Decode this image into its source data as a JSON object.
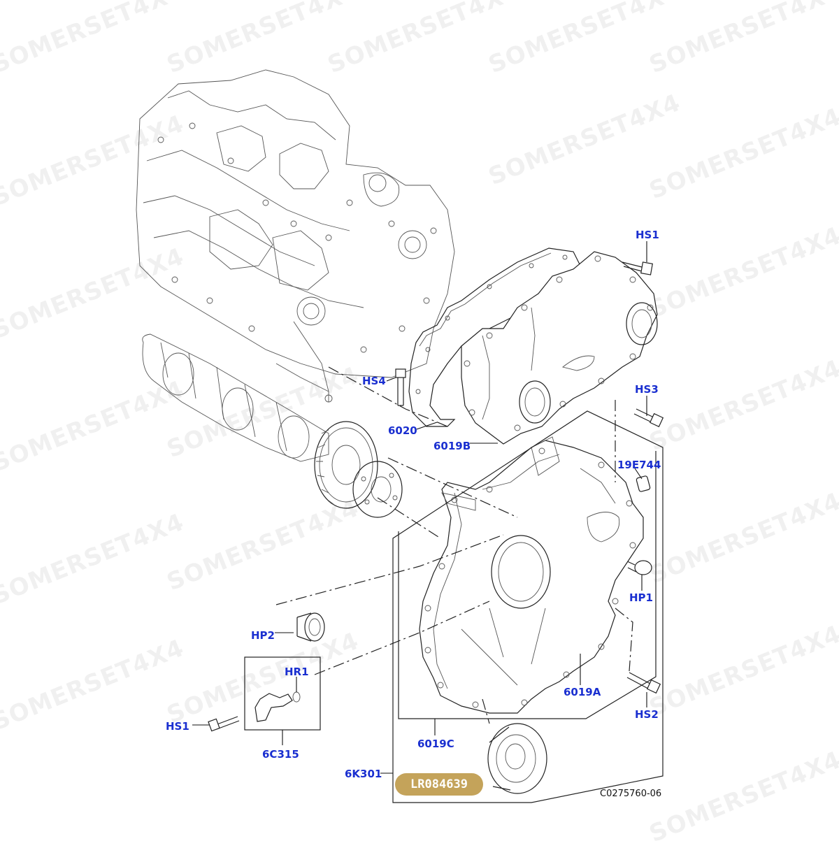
{
  "watermark": {
    "text": "SOMERSET4X4"
  },
  "callouts": {
    "hs1_top": "HS1",
    "hs4": "HS4",
    "hs3": "HS3",
    "c6020": "6020",
    "c6019b": "6019B",
    "c19e744": "19E744",
    "hp1": "HP1",
    "hp2": "HP2",
    "hr1": "HR1",
    "hs1_bottom": "HS1",
    "c6c315": "6C315",
    "c6019a": "6019A",
    "hs2": "HS2",
    "c6019c": "6019C",
    "c6k301": "6K301"
  },
  "highlight_part": "LR084639",
  "reference_code": "C0275760-06",
  "colors": {
    "callout": "#1a2fd0",
    "highlight": "#c4a35a",
    "line": "#222222"
  }
}
